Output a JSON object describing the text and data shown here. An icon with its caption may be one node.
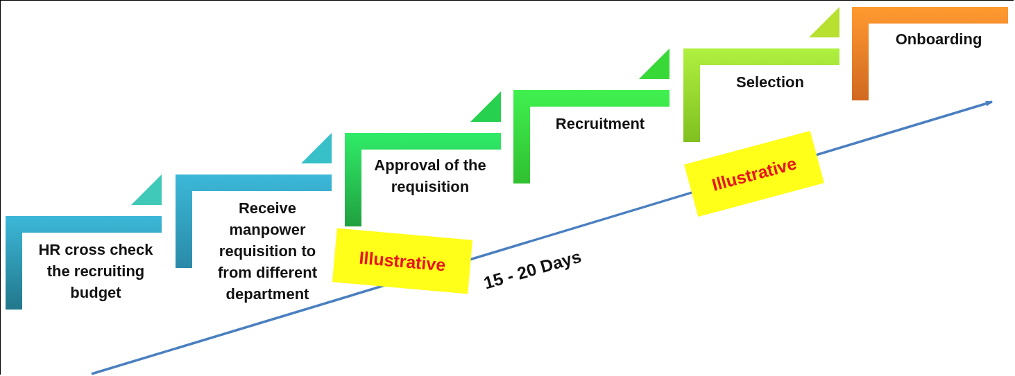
{
  "diagram": {
    "nodes": [
      {
        "text": [
          "HR cross check the recruiting budget"
        ]
      },
      {
        "text": [
          "Receive manpower requisition to from different department"
        ]
      },
      {
        "text": [
          "Approval of the requisition"
        ]
      },
      {
        "text": [
          "Recruitment"
        ]
      },
      {
        "text": [
          "Selection"
        ]
      },
      {
        "text": [
          "Onboarding"
        ]
      },
      {
        "text": [
          "Illustrative"
        ]
      },
      {
        "text": [
          "Illustrative"
        ]
      }
    ],
    "labels": [
      "15 - 20 Days"
    ]
  }
}
